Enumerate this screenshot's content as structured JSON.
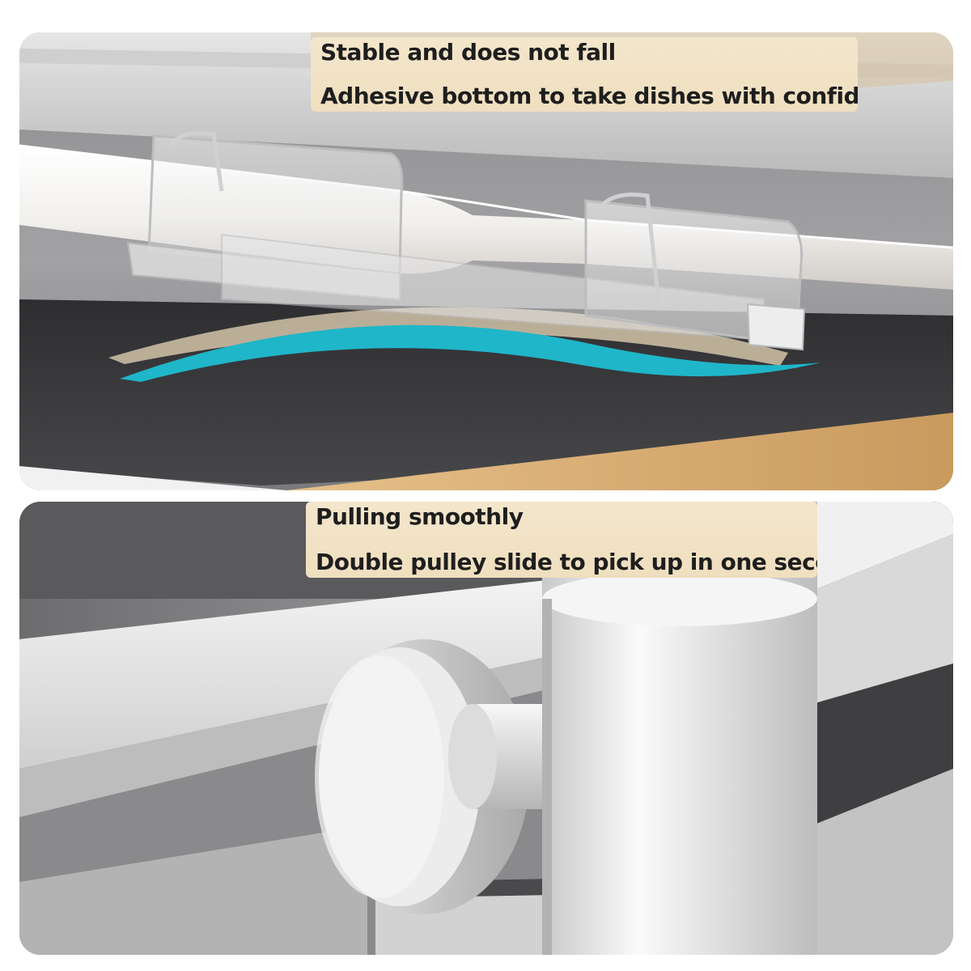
{
  "top_panel": {
    "caption": {
      "line1": "Stable and does not fall",
      "line2": "Adhesive bottom to take dishes with confidence"
    }
  },
  "bottom_panel": {
    "caption": {
      "line1": "Pulling smoothly",
      "line2": "Double pulley slide to pick up in one second"
    }
  },
  "colors": {
    "caption_background": "#f1e2c4",
    "caption_text": "#1e1e1e",
    "accent_stripe": "#1fb6c9",
    "dark_surface": "#3b3b3e",
    "wood": "#d9b27a"
  }
}
